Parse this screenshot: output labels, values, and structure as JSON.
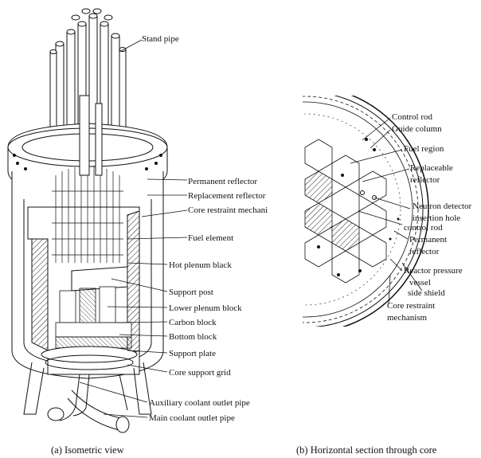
{
  "left_panel": {
    "caption": "(a)  Isometric view",
    "labels": {
      "stand_pipe": "Stand pipe",
      "permanent_reflector": "Permanent reflector",
      "replacement_reflector": "Replacement reflector",
      "core_restraint": "Core restraint mechani",
      "fuel_element": "Fuel element",
      "hot_plenum": "Hot plenum black",
      "support_post": "Support post",
      "lower_plenum": "Lower plenum block",
      "carbon_block": "Carbon block",
      "bottom_block": "Bottom block",
      "support_plate": "Support plate",
      "core_support_grid": "Core support grid",
      "aux_outlet": "Auxiliary coolant outlet pipe",
      "main_outlet": "Main coolant outlet pipe"
    }
  },
  "right_panel": {
    "caption": "(b)  Horizontal section through core",
    "labels": {
      "control_rod": "Control rod",
      "guide_column": "Guide column",
      "fuel_region": "Fuel region",
      "replaceable_1": "Replaceable",
      "replaceable_2": "reflector",
      "neutron_1": "Neutron detector",
      "neutron_2": "insertion hole",
      "control_rod_2": "control rod",
      "permanent_1": "Permanent",
      "permanent_2": "reflector",
      "rpv_1": "Reactor pressure",
      "rpv_2": "vessel",
      "side_shield": "side shield",
      "crm_1": "Core restraint",
      "crm_2": "mechanism"
    }
  }
}
